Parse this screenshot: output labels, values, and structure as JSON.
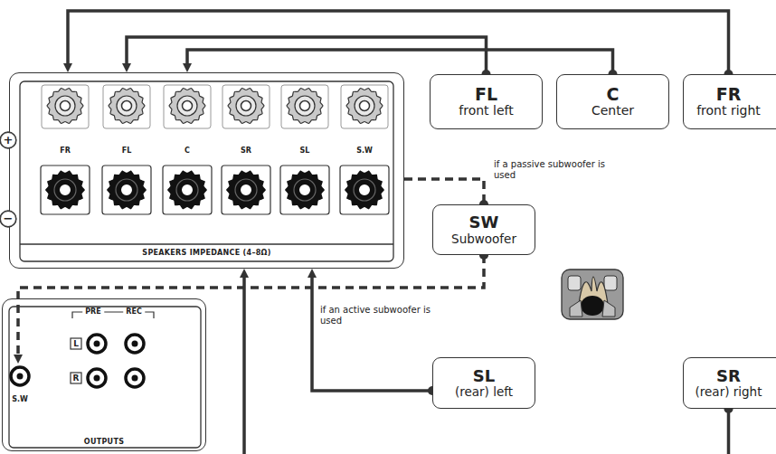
{
  "diagram": {
    "nodes": [
      {
        "text": [
          "SPEAKERS IMPEDANCE (4–8Ω)"
        ]
      },
      {
        "text": [
          "FL",
          "front left"
        ]
      },
      {
        "text": [
          "C",
          "Center"
        ]
      },
      {
        "text": [
          "FR",
          "front right"
        ]
      },
      {
        "text": [
          "SW",
          "Subwoofer"
        ]
      },
      {
        "text": [
          "OUTPUTS"
        ]
      },
      {
        "text": [
          "SL",
          "(rear) left"
        ]
      },
      {
        "text": [
          "SR",
          "(rear) right"
        ]
      }
    ],
    "edges": [
      {
        "from": 1,
        "to": 0,
        "arrow": "to"
      },
      {
        "from": 2,
        "to": 0,
        "arrow": "to"
      },
      {
        "from": 3,
        "to": 0,
        "arrow": "to"
      },
      {
        "from": 0,
        "to": 4,
        "arrow": "none",
        "label": "if a passive subwoofer is used"
      },
      {
        "from": 4,
        "to": 5,
        "arrow": "to",
        "label": "if an active subwoofer is used"
      },
      {
        "from": 6,
        "to": 0,
        "arrow": "to"
      },
      {
        "from": 7,
        "to": 0,
        "arrow": "to"
      }
    ],
    "labels": [
      "+",
      "FR",
      "FL",
      "C",
      "SR",
      "SL",
      "S.W",
      "−",
      "PRE",
      "REC",
      "L",
      "R",
      "S.W"
    ]
  }
}
